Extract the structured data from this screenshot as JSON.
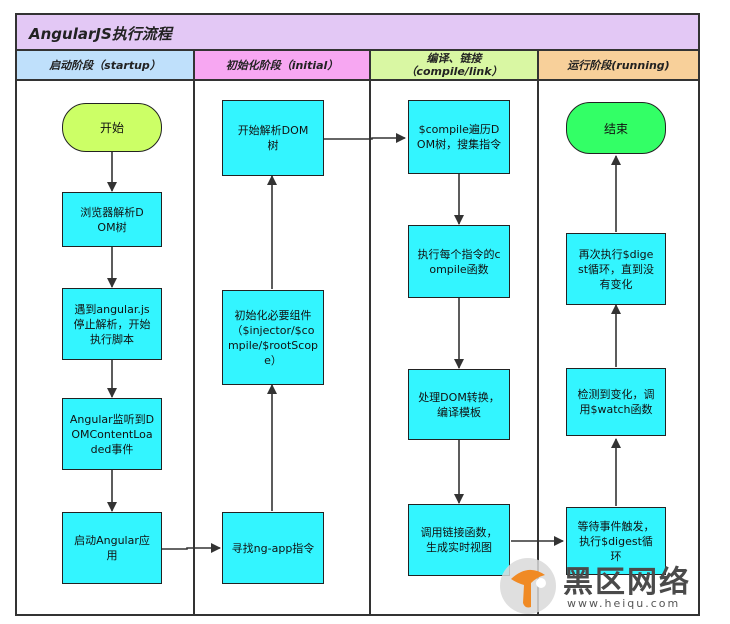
{
  "title": "AngularJS执行流程",
  "colors": {
    "title_bg": "#e3c8f5",
    "lane_startup": "#bfe0fb",
    "lane_initial": "#f7a7f2",
    "lane_compile": "#d9f7a3",
    "lane_running": "#f8d09a",
    "node_fill": "#33f5ff",
    "start_fill": "#ccff66",
    "end_fill": "#33ff66"
  },
  "lanes": [
    {
      "label": "启动阶段（startup）"
    },
    {
      "label": "初始化阶段（initial）"
    },
    {
      "label": "编译、链接（compile/link）"
    },
    {
      "label": "运行阶段(running)"
    }
  ],
  "nodes": {
    "start": "开始",
    "browser_parse": "浏览器解析DOM树",
    "angular_js": "遇到angular.js停止解析，开始执行脚本",
    "dom_listener": "Angular监听到DOMContentLoaded事件",
    "boot_angular": "启动Angular应用",
    "find_ng_app": "寻找ng-app指令",
    "init_components": "初始化必要组件（$injector/$compile/$rootScope）",
    "parse_dom": "开始解析DOM树",
    "compile_traverse": "$compile遍历DOM树，搜集指令",
    "exec_compile": "执行每个指令的compile函数",
    "process_dom": "处理DOM转换，编译模板",
    "call_link": "调用链接函数，生成实时视图",
    "wait_event": "等待事件触发，执行$digest循环",
    "detect_change": "检测到变化，调用$watch函数",
    "digest_again": "再次执行$digest循环，直到没有变化",
    "end": "结束"
  },
  "watermark": {
    "text": "黑区网络",
    "url": "www.heiqu.com"
  }
}
